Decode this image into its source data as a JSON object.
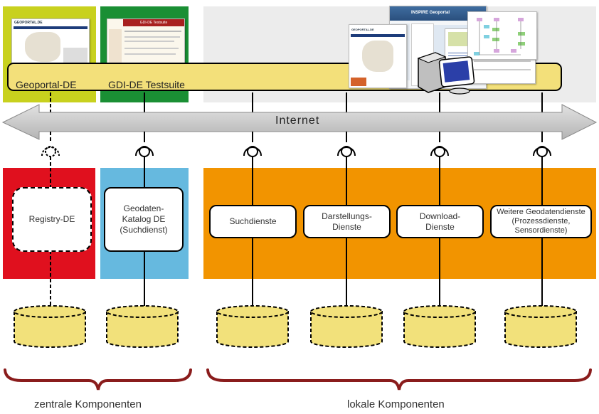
{
  "colors": {
    "geoportal_bg": "#c8d11e",
    "testsuite_bg": "#1a8f34",
    "gray_bg": "#ececec",
    "portal_bar": "#f3e07a",
    "registry_bg": "#e0101e",
    "catalog_bg": "#66b9df",
    "local_bg": "#f29400",
    "database_fill": "#f2e17b",
    "brace": "#8a1c1c",
    "arrow": "#c8c8c8"
  },
  "portals": [
    {
      "label": "Geoportal-DE"
    },
    {
      "label": "GDI-DE Testsuite"
    }
  ],
  "screenshots": {
    "geoportal_title": "GEOPORTAL.DE",
    "testsuite_title": "GDI-DE Testsuite",
    "inspire_title": "INSPIRE Geoportal"
  },
  "internet": {
    "label": "Internet"
  },
  "central_services": [
    {
      "label": "Registry-DE",
      "style": "dashed"
    },
    {
      "label": "Geodaten-\nKatalog DE\n(Suchdienst)",
      "style": "solid"
    }
  ],
  "local_services": [
    {
      "label": "Suchdienste"
    },
    {
      "label": "Darstellungs-\nDienste"
    },
    {
      "label": "Download-\nDienste"
    },
    {
      "label": "Weitere Geodatendienste\n(Prozessdienste,\nSensordienste)"
    }
  ],
  "groups": {
    "central": "zentrale Komponenten",
    "local": "lokale Komponenten"
  }
}
